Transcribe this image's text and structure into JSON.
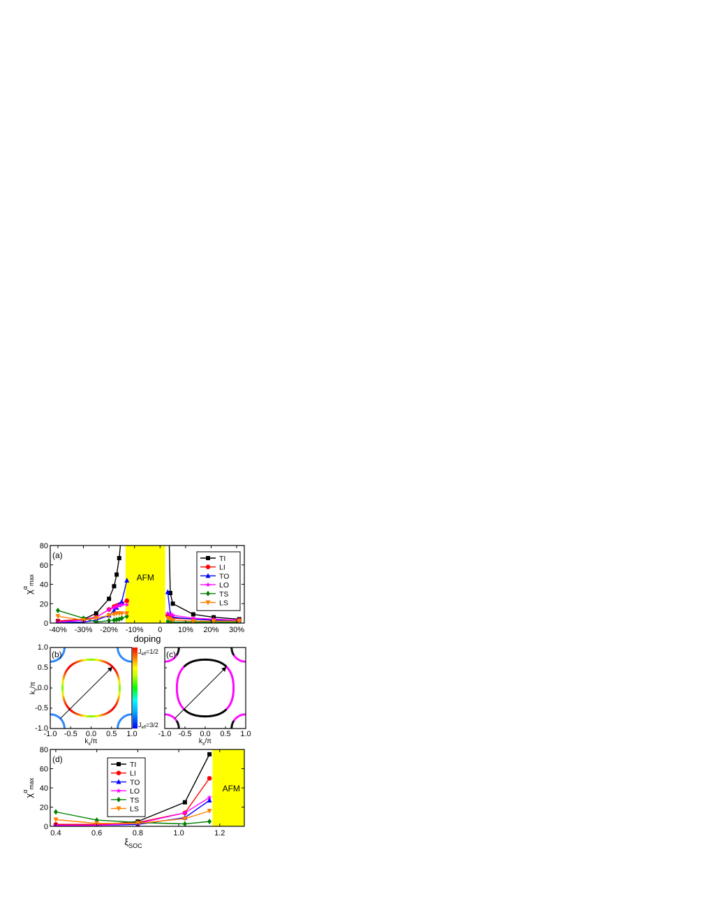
{
  "colors": {
    "TI": "#000000",
    "LI": "#ff0000",
    "TO": "#0000ff",
    "LO": "#ff00ff",
    "TS": "#008000",
    "LS": "#ff8000",
    "afm": "#ffff00"
  },
  "chart_data": [
    {
      "panel": "(a)",
      "type": "line",
      "xlabel": "doping",
      "ylabel": "χ",
      "ylabel_sup": "α",
      "ylabel_sub": "max",
      "xlim": [
        -43,
        33
      ],
      "ylim": [
        0,
        80
      ],
      "xticks": [
        -40,
        -30,
        -20,
        -10,
        0,
        10,
        20,
        30
      ],
      "xtick_labels": [
        "-40%",
        "-30%",
        "-20%",
        "-10%",
        "0",
        "10%",
        "20%",
        "30%"
      ],
      "yticks": [
        0,
        20,
        40,
        60,
        80
      ],
      "region": {
        "label": "AFM",
        "x": [
          -13.5,
          2
        ]
      },
      "legend": "top-right",
      "series": [
        {
          "name": "TI",
          "marker": "square",
          "segments": [
            [
              [
                -40,
                2
              ],
              [
                -30,
                4
              ],
              [
                -25,
                10
              ],
              [
                -20,
                25
              ],
              [
                -18,
                38
              ],
              [
                -17,
                50
              ],
              [
                -16,
                67
              ],
              [
                -15,
                95
              ]
            ],
            [
              [
                3.5,
                95
              ],
              [
                4,
                31
              ],
              [
                5,
                20
              ],
              [
                13,
                9
              ],
              [
                21,
                6
              ],
              [
                31,
                4
              ]
            ]
          ]
        },
        {
          "name": "LI",
          "marker": "circle",
          "segments": [
            [
              [
                -40,
                2
              ],
              [
                -30,
                4
              ],
              [
                -25,
                6
              ],
              [
                -20,
                14
              ],
              [
                -18,
                17
              ],
              [
                -17,
                18
              ],
              [
                -16,
                19
              ],
              [
                -15,
                20
              ],
              [
                -13,
                23
              ]
            ],
            [
              [
                3,
                8
              ],
              [
                4,
                7
              ],
              [
                5,
                5
              ],
              [
                13,
                4
              ],
              [
                21,
                3
              ],
              [
                31,
                3
              ]
            ]
          ]
        },
        {
          "name": "TO",
          "marker": "triangle-up",
          "segments": [
            [
              [
                -40,
                1
              ],
              [
                -30,
                1
              ],
              [
                -25,
                3
              ],
              [
                -20,
                8
              ],
              [
                -18,
                13
              ],
              [
                -17,
                16
              ],
              [
                -16,
                19
              ],
              [
                -15,
                22
              ],
              [
                -13,
                44
              ]
            ],
            [
              [
                3,
                32
              ],
              [
                4,
                10
              ],
              [
                5,
                6
              ],
              [
                13,
                4
              ],
              [
                21,
                3
              ],
              [
                31,
                2
              ]
            ]
          ]
        },
        {
          "name": "LO",
          "marker": "star",
          "segments": [
            [
              [
                -40,
                1
              ],
              [
                -30,
                3
              ],
              [
                -25,
                6
              ],
              [
                -20,
                14
              ],
              [
                -18,
                16
              ],
              [
                -17,
                17
              ],
              [
                -16,
                18
              ],
              [
                -15,
                19
              ],
              [
                -13,
                19
              ]
            ],
            [
              [
                3,
                10
              ],
              [
                4,
                9
              ],
              [
                5,
                8
              ],
              [
                13,
                5
              ],
              [
                21,
                4
              ],
              [
                31,
                3
              ]
            ]
          ]
        },
        {
          "name": "TS",
          "marker": "diamond",
          "segments": [
            [
              [
                -40,
                13
              ],
              [
                -30,
                5
              ],
              [
                -25,
                1
              ],
              [
                -20,
                2.5
              ],
              [
                -18,
                3
              ],
              [
                -17,
                3.5
              ],
              [
                -16,
                4
              ],
              [
                -15,
                5
              ],
              [
                -13,
                7
              ]
            ],
            [
              [
                3,
                2
              ],
              [
                4,
                1.5
              ],
              [
                5,
                1
              ],
              [
                13,
                1
              ],
              [
                21,
                1
              ],
              [
                31,
                1
              ]
            ]
          ]
        },
        {
          "name": "LS",
          "marker": "triangle-down",
          "segments": [
            [
              [
                -40,
                7
              ],
              [
                -30,
                3
              ],
              [
                -25,
                5
              ],
              [
                -20,
                8
              ],
              [
                -18,
                9
              ],
              [
                -17,
                10
              ],
              [
                -16,
                10
              ],
              [
                -15,
                10
              ],
              [
                -13,
                10
              ]
            ],
            [
              [
                3,
                5
              ],
              [
                4,
                4
              ],
              [
                5,
                3
              ],
              [
                13,
                2
              ],
              [
                21,
                2
              ],
              [
                31,
                2
              ]
            ]
          ]
        }
      ]
    },
    {
      "panel": "(b)",
      "type": "fermi-surface",
      "xlabel": "k",
      "xlabel_sub": "x",
      "xlabel_tail": "/π",
      "ylabel": "k",
      "ylabel_sub": "y",
      "ylabel_tail": "/π",
      "xlim": [
        -1,
        1
      ],
      "ylim": [
        -1,
        1
      ],
      "ticks": [
        -1.0,
        -0.5,
        0.0,
        0.5,
        1.0
      ],
      "tick_labels": [
        "-1.0",
        "-0.5",
        "0.0",
        "0.5",
        "1.0"
      ],
      "colorbar": {
        "top": "J",
        "top_sub": "eff",
        "top_tail": "=1/2",
        "bottom": "J",
        "bottom_sub": "eff",
        "bottom_tail": "=3/2"
      },
      "arrow": {
        "from": [
          -0.75,
          -0.75
        ],
        "to": [
          0.52,
          0.52
        ]
      }
    },
    {
      "panel": "(c)",
      "type": "fermi-surface",
      "xlabel": "k",
      "xlabel_sub": "x",
      "xlabel_tail": "/π",
      "xlim": [
        -1,
        1
      ],
      "ylim": [
        -1,
        1
      ],
      "ticks": [
        -1.0,
        -0.5,
        0.0,
        0.5,
        1.0
      ],
      "tick_labels": [
        "-1.0",
        "-0.5",
        "0.0",
        "0.5",
        "1.0"
      ],
      "arrow": {
        "from": [
          -0.75,
          -0.75
        ],
        "to": [
          0.52,
          0.52
        ]
      }
    },
    {
      "panel": "(d)",
      "type": "line",
      "xlabel": "ξ",
      "xlabel_sub": "SOC",
      "ylabel": "χ",
      "ylabel_sup": "α",
      "ylabel_sub": "max",
      "xlim": [
        0.373,
        1.32
      ],
      "ylim": [
        0,
        80
      ],
      "xticks": [
        0.4,
        0.6,
        0.8,
        1.0,
        1.2
      ],
      "xtick_labels": [
        "0.4",
        "0.6",
        "0.8",
        "1.0",
        "1.2"
      ],
      "yticks": [
        0,
        20,
        40,
        60,
        80
      ],
      "region": {
        "label": "AFM",
        "x": [
          1.165,
          1.32
        ]
      },
      "legend": "top-center",
      "series": [
        {
          "name": "TI",
          "marker": "square",
          "segments": [
            [
              [
                0.4,
                1
              ],
              [
                0.6,
                1
              ],
              [
                0.8,
                5
              ],
              [
                1.03,
                25
              ],
              [
                1.15,
                75
              ]
            ]
          ]
        },
        {
          "name": "LI",
          "marker": "circle",
          "segments": [
            [
              [
                0.4,
                2
              ],
              [
                0.6,
                2
              ],
              [
                0.8,
                4
              ],
              [
                1.03,
                14
              ],
              [
                1.15,
                50
              ]
            ]
          ]
        },
        {
          "name": "TO",
          "marker": "triangle-up",
          "segments": [
            [
              [
                0.4,
                1
              ],
              [
                0.6,
                1
              ],
              [
                0.8,
                2
              ],
              [
                1.03,
                9
              ],
              [
                1.15,
                27
              ]
            ]
          ]
        },
        {
          "name": "LO",
          "marker": "star",
          "segments": [
            [
              [
                0.4,
                1
              ],
              [
                0.6,
                1
              ],
              [
                0.8,
                3
              ],
              [
                1.03,
                14
              ],
              [
                1.15,
                30
              ]
            ]
          ]
        },
        {
          "name": "TS",
          "marker": "diamond",
          "segments": [
            [
              [
                0.4,
                15
              ],
              [
                0.6,
                6.5
              ],
              [
                0.8,
                4
              ],
              [
                1.03,
                2.5
              ],
              [
                1.15,
                5
              ]
            ]
          ]
        },
        {
          "name": "LS",
          "marker": "triangle-down",
          "segments": [
            [
              [
                0.4,
                7
              ],
              [
                0.6,
                3
              ],
              [
                0.8,
                3
              ],
              [
                1.03,
                8
              ],
              [
                1.15,
                16
              ]
            ]
          ]
        }
      ]
    }
  ]
}
